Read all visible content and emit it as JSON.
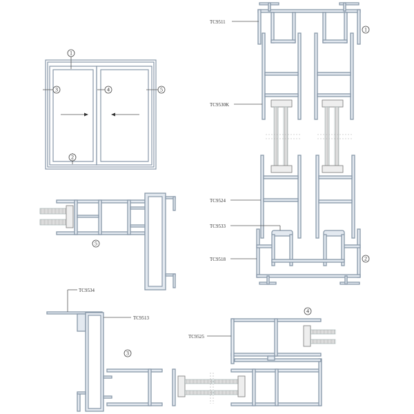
{
  "labels": {
    "tc9511": "TC9511",
    "tc9530k": "TC9530K",
    "tc9524": "TC9524",
    "tc9533": "TC9533",
    "tc9518": "TC9518",
    "tc9534": "TC9534",
    "tc9513": "TC9513",
    "tc9525": "TC9525"
  },
  "callouts": [
    "1",
    "2",
    "3",
    "4",
    "5"
  ],
  "colors": {
    "profile_fill": "#e3e9f0",
    "profile_stroke": "#8797a8"
  }
}
